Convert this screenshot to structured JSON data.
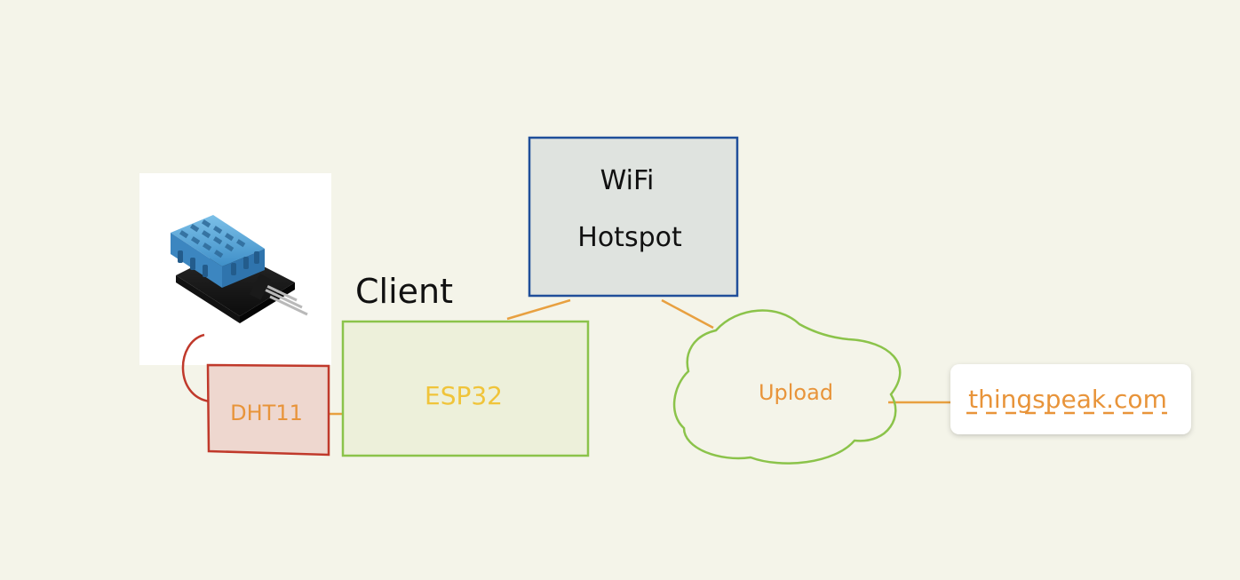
{
  "diagram": {
    "client_label": "Client",
    "nodes": {
      "wifi_hotspot": {
        "line1": "WiFi",
        "line2": "Hotspot"
      },
      "esp32": {
        "label": "ESP32"
      },
      "dht11": {
        "label": "DHT11"
      },
      "upload": {
        "label": "Upload"
      },
      "thingspeak": {
        "label": "thingspeak.com"
      }
    },
    "sensor_image": {
      "icon": "dht11-sensor-module-icon"
    }
  },
  "colors": {
    "background": "#f4f4e9",
    "wifi_border": "#1f4e9a",
    "wifi_fill": "#dfe3df",
    "esp32_border": "#8bc34a",
    "esp32_fill": "#edf0da",
    "esp32_text": "#f0c43a",
    "dht11_border": "#c0392b",
    "dht11_fill": "#eed7cf",
    "dht11_text": "#e8943a",
    "cloud_border": "#8bc34a",
    "upload_text": "#e8943a",
    "connector": "#e8a040",
    "thingspeak_text": "#e8943a",
    "sensor_blue": "#5aa8d8"
  }
}
